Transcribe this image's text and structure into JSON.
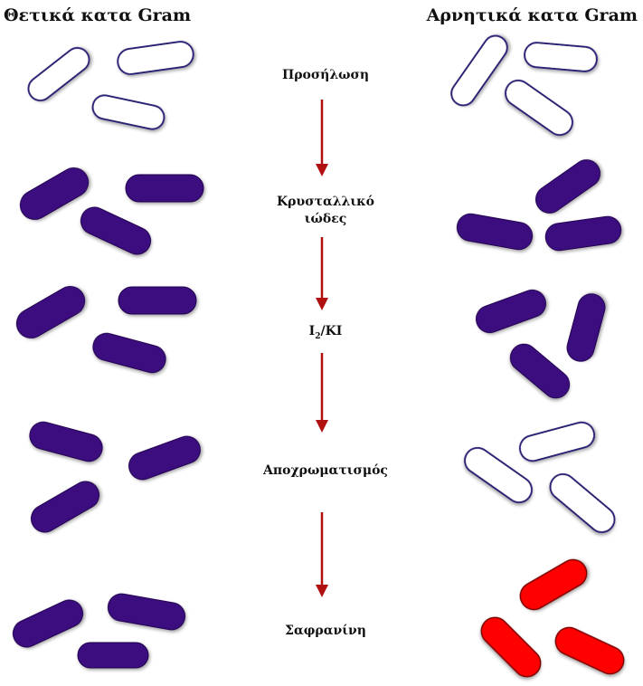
{
  "titles": {
    "left": "Θετικά κατα Gram",
    "right": "Αρνητικά κατα Gram"
  },
  "steps": [
    {
      "label": "Προσήλωση"
    },
    {
      "label_line1": "Κρυσταλλικό",
      "label_line2": "ιώδες"
    },
    {
      "label_main": "I",
      "label_sub": "2",
      "label_rest": "/KI"
    },
    {
      "label": "Αποχρωματισμός"
    },
    {
      "label": "Σαφρανίνη"
    }
  ],
  "stains": {
    "unstained": "outline",
    "violet": "#3a0c7e",
    "red": "#ff0000",
    "outline_color": "#2b2075",
    "arrow_color": "#b01010"
  },
  "rows": [
    {
      "step": "Προσήλωση",
      "gram_positive": "unstained",
      "gram_negative": "unstained"
    },
    {
      "step": "Κρυσταλλικό ιώδες",
      "gram_positive": "violet",
      "gram_negative": "violet"
    },
    {
      "step": "I2/KI",
      "gram_positive": "violet",
      "gram_negative": "violet"
    },
    {
      "step": "Αποχρωματισμός",
      "gram_positive": "violet",
      "gram_negative": "unstained"
    },
    {
      "step": "Σαφρανίνη",
      "gram_positive": "violet",
      "gram_negative": "red"
    }
  ]
}
